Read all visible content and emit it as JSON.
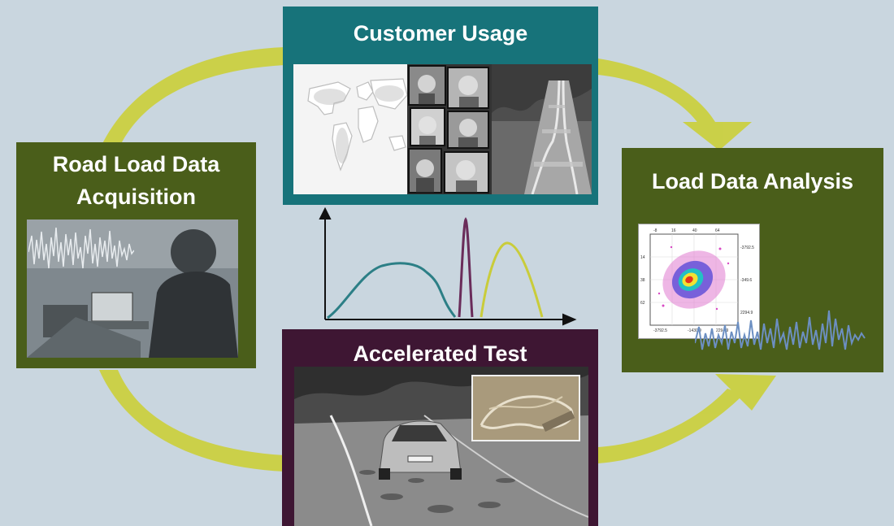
{
  "colors": {
    "background": "#c9d6df",
    "arrow": "#cbd040",
    "teal": "#17737a",
    "green": "#4a5e1a",
    "maroon": "#3e1633",
    "curve_teal": "#2c7f86",
    "curve_purple": "#6a2c5a",
    "curve_yellow": "#c9cc3a"
  },
  "panels": {
    "customer_usage": {
      "title": "Customer Usage",
      "icons": [
        "world-map",
        "face-collage",
        "rolling-road"
      ]
    },
    "road_load": {
      "title_line1": "Road Load Data",
      "title_line2": "Acquisition",
      "icons": [
        "engineer-laptop-photo",
        "waveform"
      ]
    },
    "analysis": {
      "title": "Load Data Analysis",
      "icons": [
        "heatmap-plot",
        "waveform"
      ]
    },
    "accelerated": {
      "title": "Accelerated Test",
      "icons": [
        "car-on-test-track",
        "test-track-aerial-inset"
      ]
    }
  },
  "center_graph": {
    "icons": [
      "axes-arrows",
      "distribution-curves"
    ]
  }
}
